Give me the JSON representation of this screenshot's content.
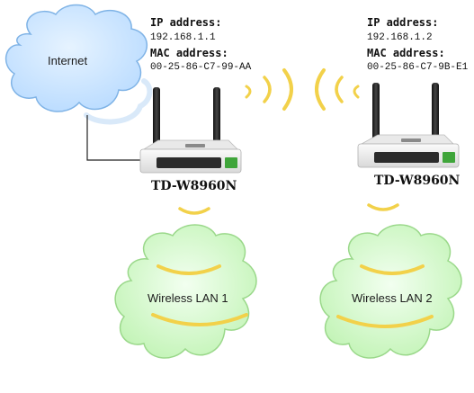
{
  "internet": {
    "label": "Internet"
  },
  "left_router": {
    "ip_heading": "IP address:",
    "ip_value": "192.168.1.1",
    "mac_heading": "MAC address:",
    "mac_value": "00-25-86-C7-99-AA",
    "model": "TD-W8960N"
  },
  "right_router": {
    "ip_heading": "IP address:",
    "ip_value": "192.168.1.2",
    "mac_heading": "MAC address:",
    "mac_value": "00-25-86-C7-9B-E1",
    "model": "TD-W8960N"
  },
  "wlan_left": {
    "label": "Wireless LAN 1"
  },
  "wlan_right": {
    "label": "Wireless LAN 2"
  },
  "colors": {
    "internet_cloud_fill": "#cfe7ff",
    "internet_cloud_stroke": "#7fb3e6",
    "wlan_cloud_fill": "#d9fbd0",
    "wlan_cloud_stroke": "#9ad88a",
    "wave": "#f2d14a",
    "router_body": "#f2f2f2",
    "router_dark": "#2b2b2b",
    "router_green": "#3fa53a",
    "cable": "#222222"
  }
}
